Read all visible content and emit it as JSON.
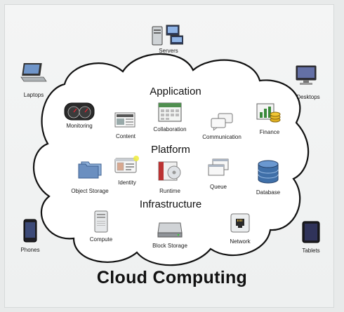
{
  "title": "Cloud Computing",
  "sections": {
    "application": "Application",
    "platform": "Platform",
    "infrastructure": "Infrastructure"
  },
  "clients": {
    "servers": "Servers",
    "laptops": "Laptops",
    "desktops": "Desktops",
    "phones": "Phones",
    "tablets": "Tablets"
  },
  "application_items": {
    "monitoring": "Monitoring",
    "content": "Content",
    "collaboration": "Collaboration",
    "communication": "Communication",
    "finance": "Finance"
  },
  "platform_items": {
    "object_storage": "Object Storage",
    "identity": "Identity",
    "runtime": "Runtime",
    "queue": "Queue",
    "database": "Database"
  },
  "infrastructure_items": {
    "compute": "Compute",
    "block_storage": "Block Storage",
    "network": "Network"
  },
  "colors": {
    "cloud_fill": "#ffffff",
    "cloud_stroke": "#111111",
    "background": "#eef0f0"
  }
}
